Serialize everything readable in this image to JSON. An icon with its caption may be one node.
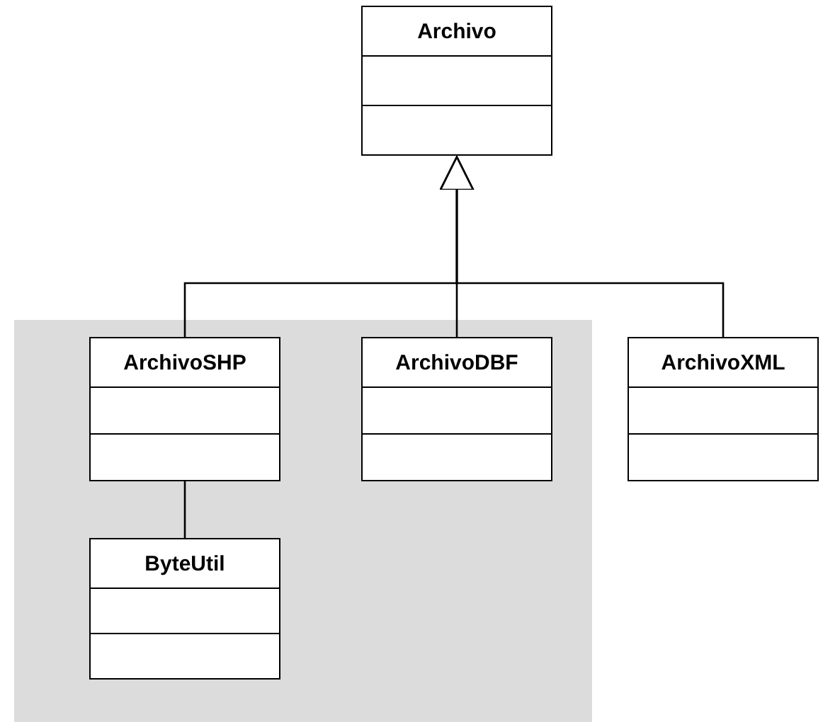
{
  "diagram": {
    "nodes": [
      {
        "text": [
          "Archivo"
        ]
      },
      {
        "text": [
          "ArchivoSHP"
        ]
      },
      {
        "text": [
          "ArchivoDBF"
        ]
      },
      {
        "text": [
          "ArchivoXML"
        ]
      },
      {
        "text": [
          "ByteUtil"
        ]
      }
    ],
    "edges": [
      {
        "from": 1,
        "to": 0,
        "arrow": "to"
      },
      {
        "from": 2,
        "to": 0,
        "arrow": "to"
      },
      {
        "from": 3,
        "to": 0,
        "arrow": "to"
      },
      {
        "from": 1,
        "to": 4,
        "arrow": "none"
      }
    ]
  }
}
